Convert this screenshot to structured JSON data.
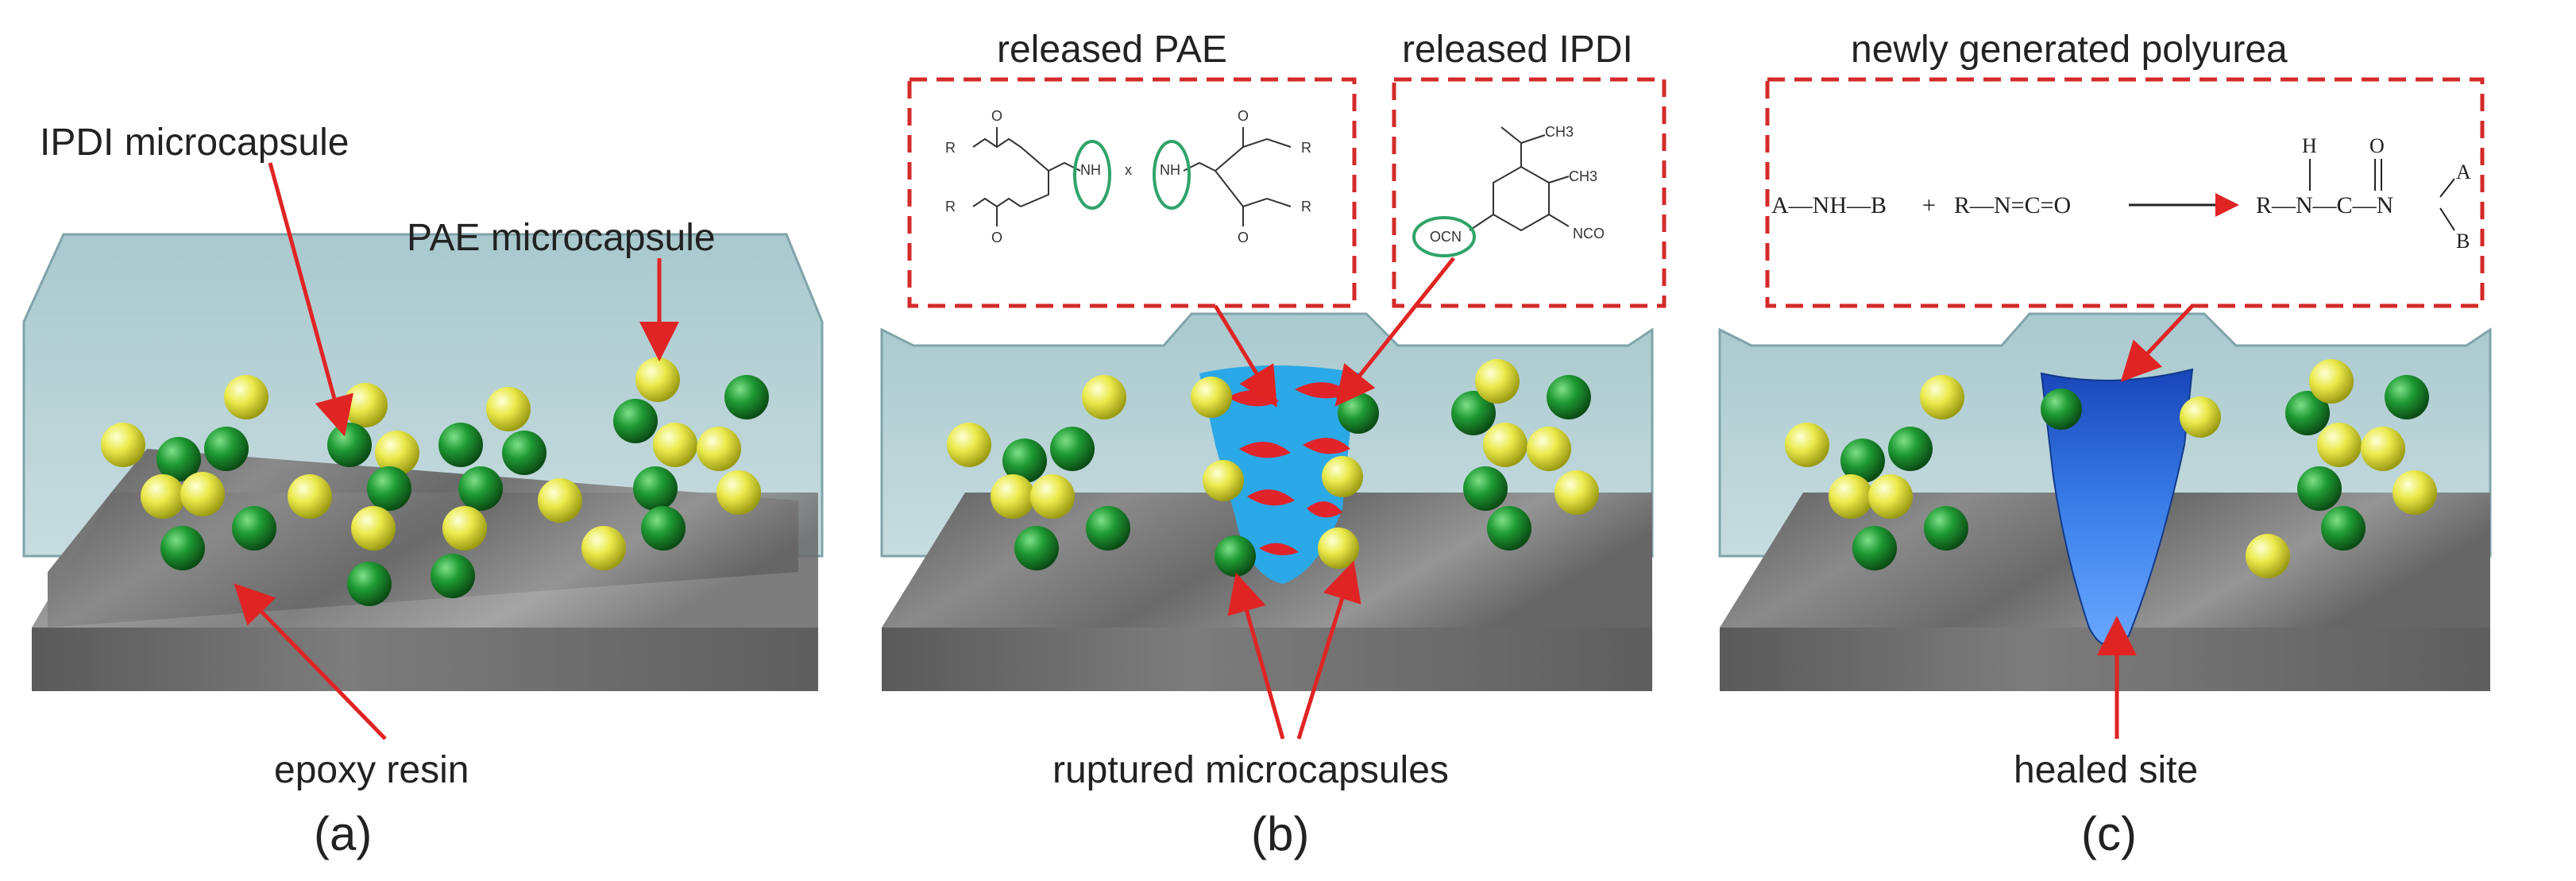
{
  "labels": {
    "ipdi_microcapsule": "IPDI microcapsule",
    "pae_microcapsule": "PAE microcapsule",
    "epoxy_resin": "epoxy resin",
    "released_pae": "released PAE",
    "released_ipdi": "released IPDI",
    "ruptured_microcapsules": "ruptured microcapsules",
    "newly_generated_polyurea": "newly generated polyurea",
    "healed_site": "healed site"
  },
  "panels": [
    "(a)",
    "(b)",
    "(c)"
  ],
  "pae_structure": {
    "r_top_left": "R",
    "o_top_left": "O",
    "r_bottom_left": "R",
    "o_bottom_left": "O",
    "nh_left": "NH",
    "x": "x",
    "nh_right": "NH",
    "r_top_right": "R",
    "o_top_right": "O",
    "r_bottom_right": "R",
    "o_bottom_right": "O"
  },
  "ipdi_structure": {
    "ch3_top": "CH3",
    "ch3_mid": "CH3",
    "ocn": "OCN",
    "nco": "NCO"
  },
  "reaction": {
    "reactant1": "A—NH—B",
    "plus": "+",
    "reactant2": "R—N=C=O",
    "product_main": "R—N—C—N",
    "h": "H",
    "o": "O",
    "a": "A",
    "b": "B"
  },
  "colors": {
    "ipdi_capsule": "#1e8a2e",
    "pae_capsule": "#e8e84a",
    "resin": "#b9d2d6",
    "arrow": "#e02424",
    "highlight_circle": "#2fa36b",
    "healed": "#1f5fd4"
  }
}
